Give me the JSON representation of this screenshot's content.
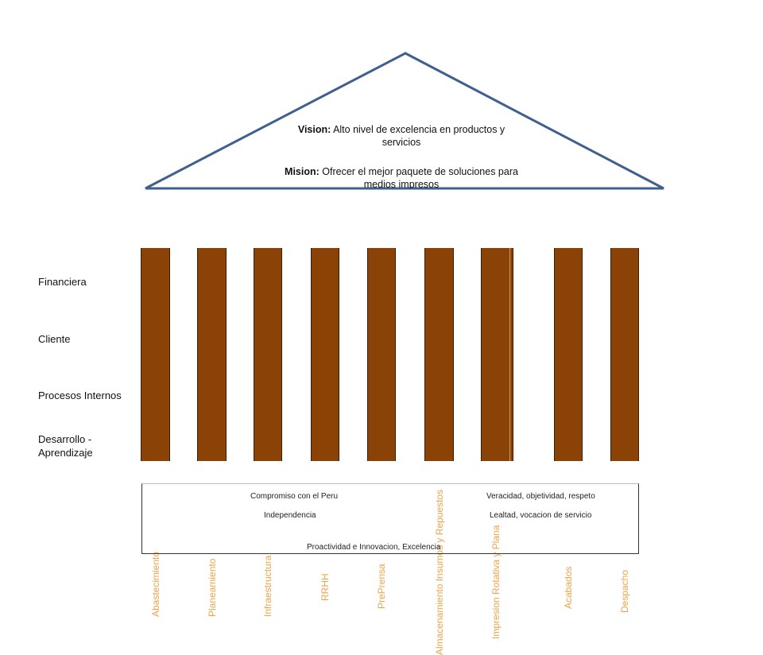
{
  "roof": {
    "vision_label": "Vision:",
    "vision_text": " Alto nivel de excelencia en productos y servicios",
    "mision_label": "Mision:",
    "mision_text": " Ofrecer el mejor paquete de soluciones para medios impresos"
  },
  "perspectives": [
    "Financiera",
    "Cliente",
    "Procesos Internos",
    "Desarrollo - Aprendizaje"
  ],
  "pillars": [
    "Abastecimiento",
    "Planeamiento",
    "Infraestructura",
    "RRHH",
    "PrePrensa",
    "Almacenamiento Insumos y Repuestos",
    "Impresion Rotativa y Plana",
    "Acabados",
    "Despacho"
  ],
  "values": {
    "v1": "Compromiso con el Peru",
    "v2": "Veracidad, objetividad, respeto",
    "v3": "Independencia",
    "v4": "Lealtad, vocacion de servicio",
    "v5": "Proactividad e Innovacion, Excelencia"
  },
  "colors": {
    "roof_stroke": "#3F5F8F",
    "pillar_fill": "#8B4206",
    "pillar_text": "#F0A34A"
  }
}
